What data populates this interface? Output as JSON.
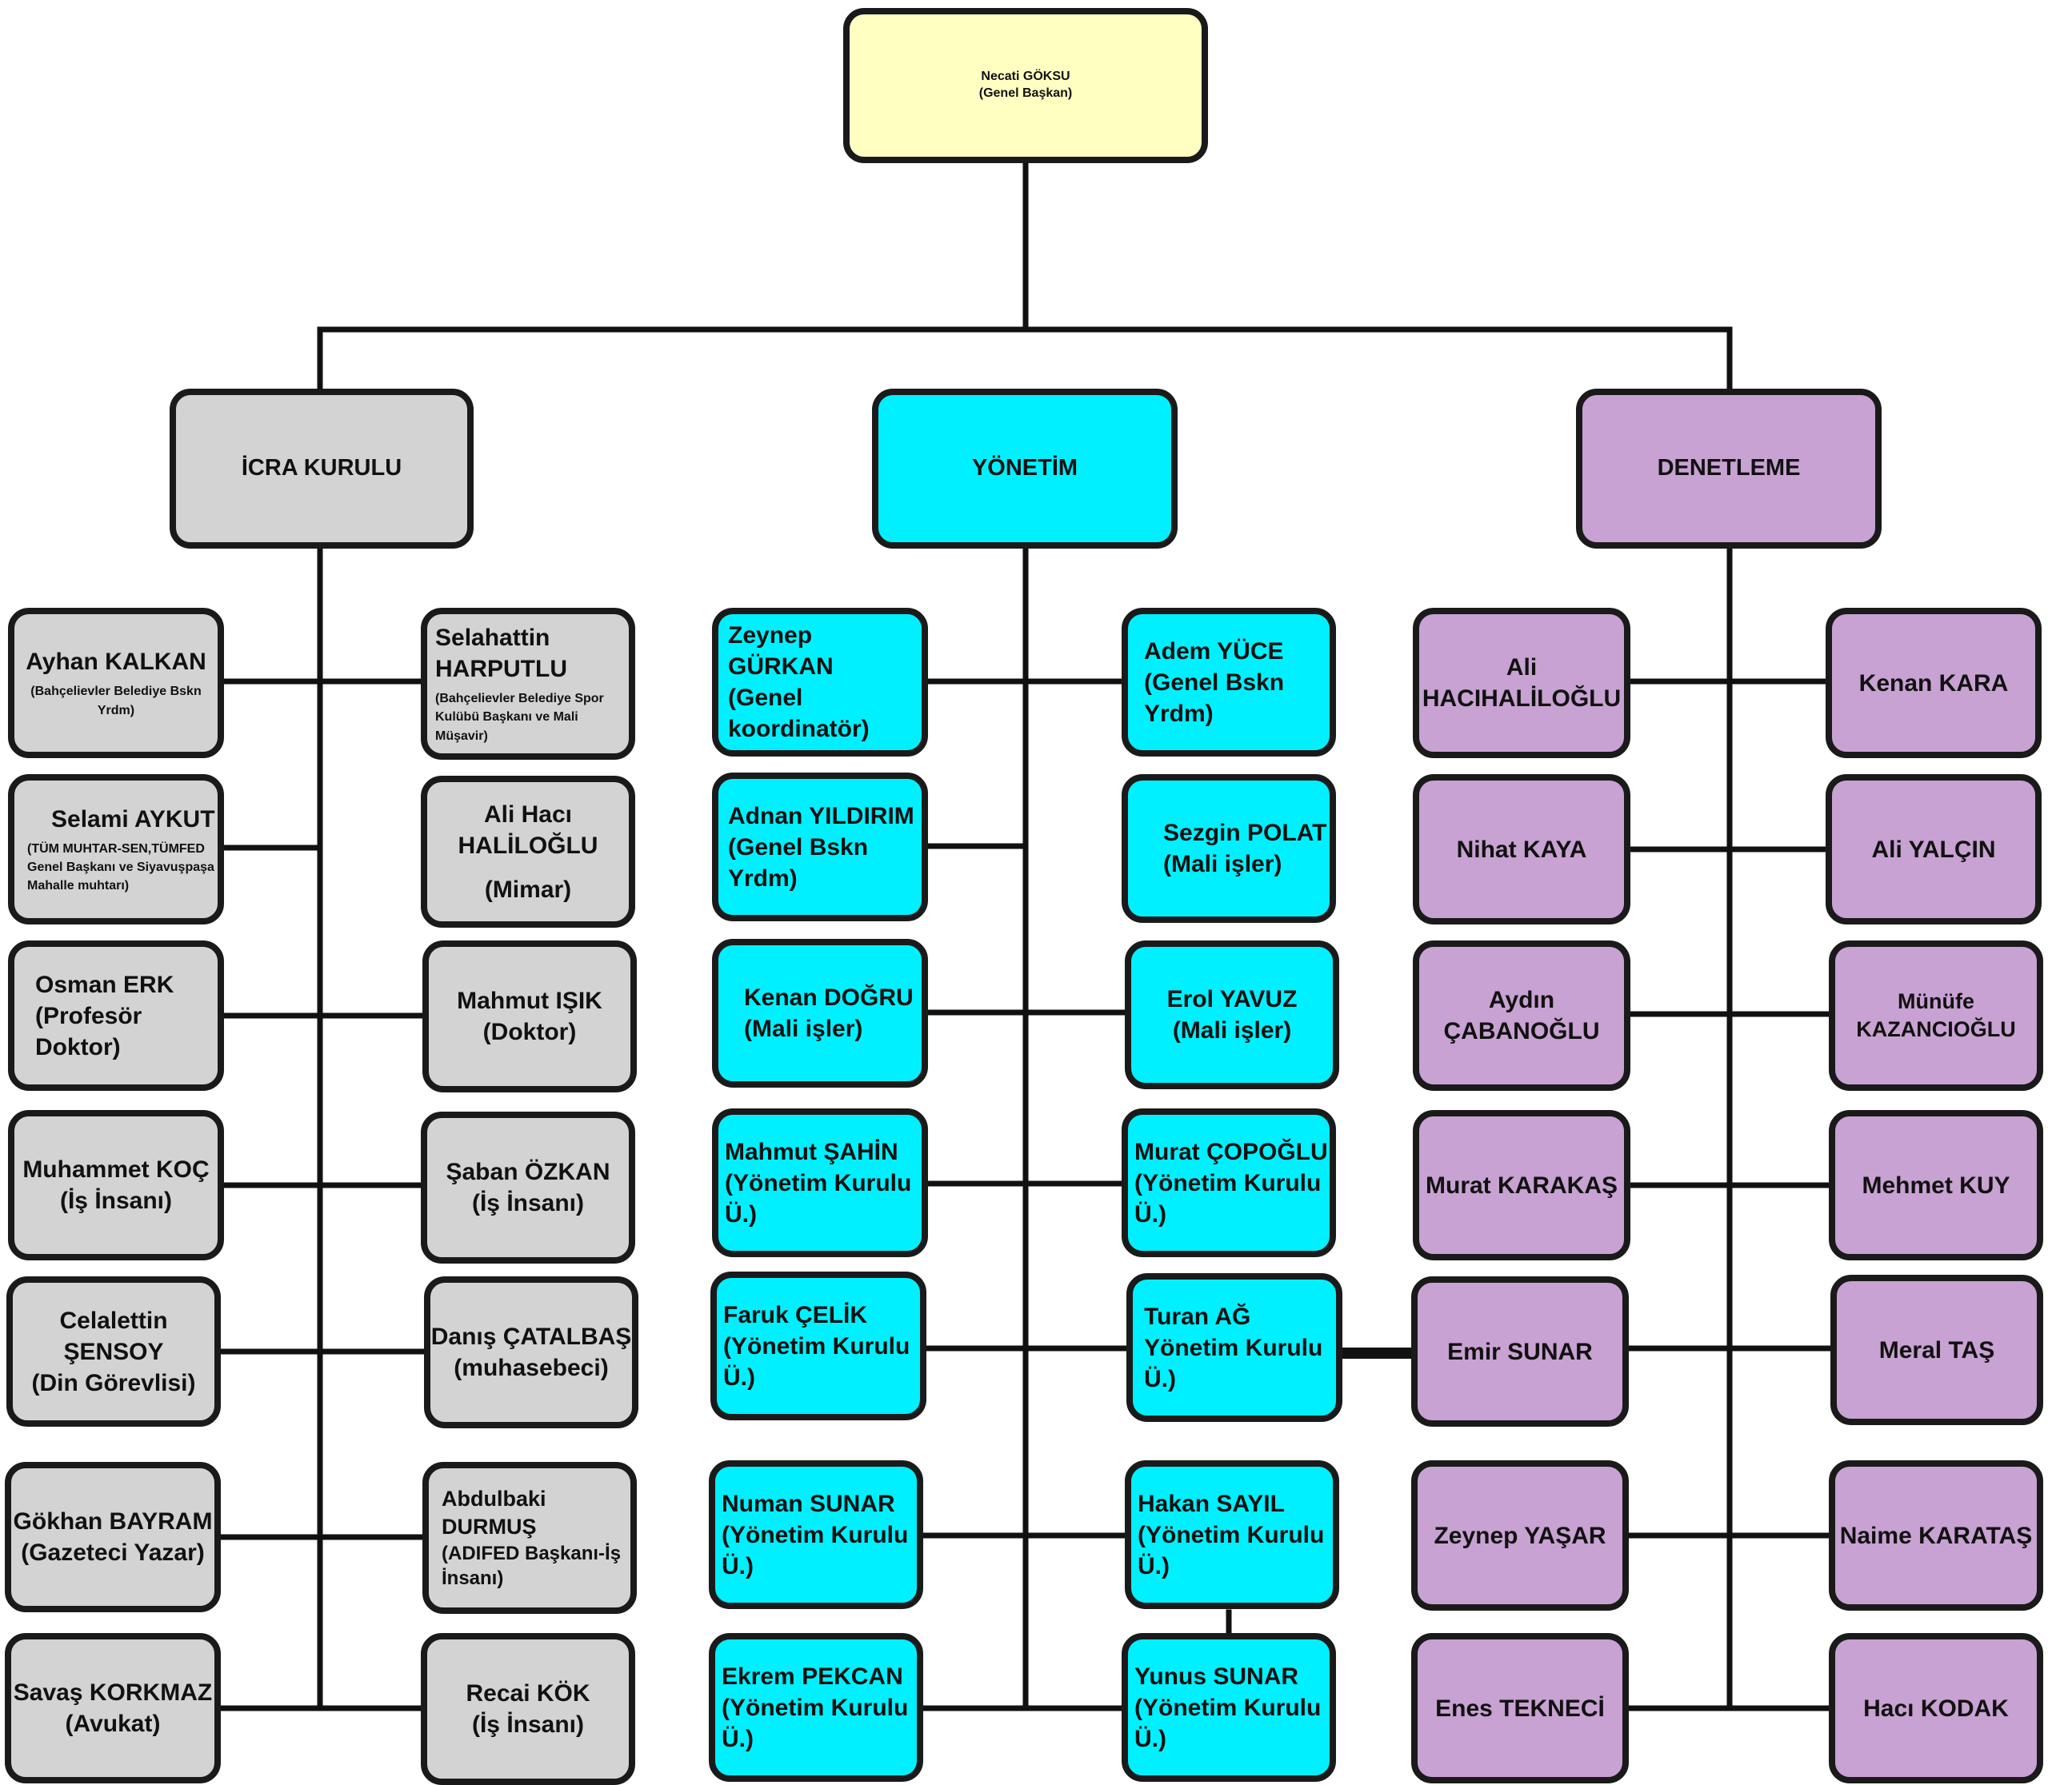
{
  "root": {
    "name": "Necati GÖKSU",
    "role": "(Genel Başkan)"
  },
  "branches": {
    "icra": {
      "title": "İCRA KURULU",
      "left": [
        {
          "name": "Ayhan KALKAN",
          "note": "(Bahçelievler Belediye Bskn Yrdm)"
        },
        {
          "name": "Selami AYKUT",
          "note": "(TÜM MUHTAR-SEN,TÜMFED Genel Başkanı ve Siyavuşpaşa Mahalle muhtarı)"
        },
        {
          "name": "Osman ERK",
          "role": "(Profesör Doktor)"
        },
        {
          "name": "Muhammet KOÇ",
          "role": "(İş İnsanı)"
        },
        {
          "name": "Celalettin ŞENSOY",
          "role": "(Din Görevlisi)"
        },
        {
          "name": "Gökhan BAYRAM",
          "role": "(Gazeteci Yazar)"
        },
        {
          "name": "Savaş KORKMAZ",
          "role": "(Avukat)"
        }
      ],
      "right": [
        {
          "name": "Selahattin HARPUTLU",
          "note": "(Bahçelievler Belediye Spor Kulübü Başkanı ve Mali Müşavir)"
        },
        {
          "name": "Ali Hacı HALİLOĞLU",
          "role": "(Mimar)"
        },
        {
          "name": "Mahmut IŞIK",
          "role": "(Doktor)"
        },
        {
          "name": "Şaban ÖZKAN",
          "role": "(İş İnsanı)"
        },
        {
          "name": "Danış ÇATALBAŞ",
          "role": "(muhasebeci)"
        },
        {
          "name": "Abdulbaki DURMUŞ",
          "role": "(ADIFED Başkanı-İş İnsanı)"
        },
        {
          "name": "Recai KÖK",
          "role": "(İş İnsanı)"
        }
      ]
    },
    "yonetim": {
      "title": "YÖNETİM",
      "left": [
        {
          "name": "Zeynep GÜRKAN",
          "role": "(Genel koordinatör)"
        },
        {
          "name": "Adnan YILDIRIM",
          "role": "(Genel Bskn Yrdm)"
        },
        {
          "name": "Kenan DOĞRU",
          "role": "(Mali işler)"
        },
        {
          "name": "Mahmut ŞAHİN",
          "role": "(Yönetim Kurulu Ü.)"
        },
        {
          "name": "Faruk ÇELİK",
          "role": "(Yönetim Kurulu Ü.)"
        },
        {
          "name": "Numan SUNAR",
          "role": "(Yönetim Kurulu Ü.)"
        },
        {
          "name": "Ekrem PEKCAN",
          "role": "(Yönetim Kurulu Ü.)"
        }
      ],
      "right": [
        {
          "name": "Adem YÜCE",
          "role": "(Genel Bskn Yrdm)"
        },
        {
          "name": "Sezgin POLAT",
          "role": "(Mali işler)"
        },
        {
          "name": "Erol YAVUZ",
          "role": "(Mali işler)"
        },
        {
          "name": "Murat ÇOPOĞLU",
          "role": "(Yönetim Kurulu Ü.)"
        },
        {
          "name": "Turan AĞ",
          "role": "Yönetim Kurulu Ü.)"
        },
        {
          "name": "Hakan SAYIL",
          "role": "(Yönetim Kurulu Ü.)"
        },
        {
          "name": "Yunus SUNAR",
          "role": "(Yönetim Kurulu Ü.)"
        }
      ]
    },
    "denetleme": {
      "title": "DENETLEME",
      "left": [
        {
          "name": "Ali HACIHALİLOĞLU"
        },
        {
          "name": "Nihat KAYA"
        },
        {
          "name": "Aydın ÇABANOĞLU"
        },
        {
          "name": "Murat KARAKAŞ"
        },
        {
          "name": "Emir SUNAR"
        },
        {
          "name": "Zeynep YAŞAR"
        },
        {
          "name": "Enes TEKNECİ"
        }
      ],
      "right": [
        {
          "name": "Kenan KARA"
        },
        {
          "name": "Ali YALÇIN"
        },
        {
          "name": "Münüfe KAZANCIOĞLU"
        },
        {
          "name": "Mehmet KUY"
        },
        {
          "name": "Meral TAŞ"
        },
        {
          "name": "Naime KARATAŞ"
        },
        {
          "name": "Hacı KODAK"
        }
      ]
    }
  }
}
